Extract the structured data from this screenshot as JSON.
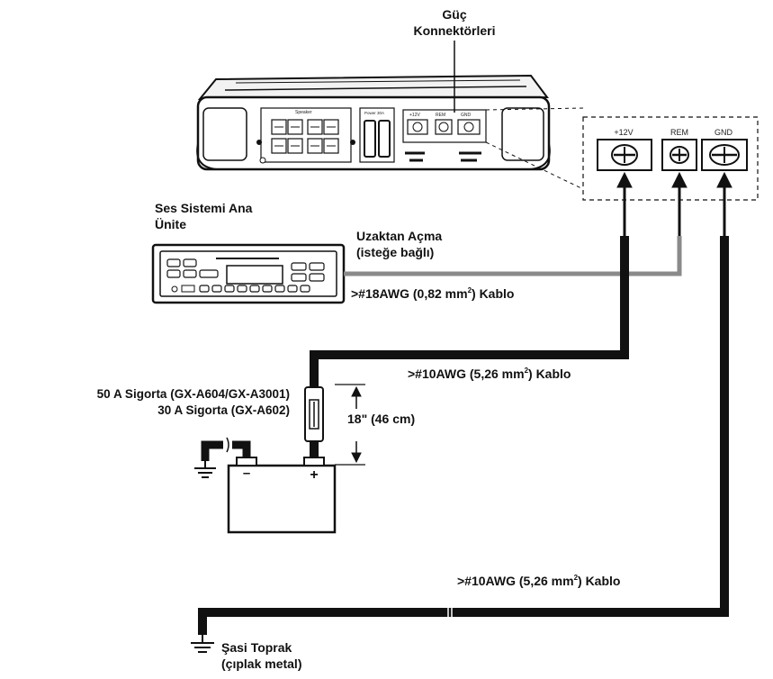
{
  "labels": {
    "power_connectors_line1": "Güç",
    "power_connectors_line2": "Konnektörleri",
    "head_unit_line1": "Ses Sistemi Ana",
    "head_unit_line2": "Ünite",
    "remote_on_line1": "Uzaktan Açma",
    "remote_on_line2": "(isteğe bağlı)",
    "cable_18awg_prefix": ">#18AWG (0,82 mm",
    "cable_18awg_sup": "2",
    "cable_18awg_suffix": ") Kablo",
    "cable_10awg_prefix": ">#10AWG (5,26 mm",
    "cable_10awg_sup": "2",
    "cable_10awg_suffix": ") Kablo",
    "fuse_line1": "50 A Sigorta (GX-A604/GX-A3001)",
    "fuse_line2": "30 A Sigorta (GX-A602)",
    "distance": "18\" (46 cm)",
    "chassis_ground_line1": "Şasi Toprak",
    "chassis_ground_line2": "(çıplak metal)",
    "battery_minus": "–",
    "battery_plus": "+"
  },
  "terminals": [
    "+12V",
    "REM",
    "GND"
  ],
  "amp_small_labels": {
    "speaker": "Speaker",
    "power_fuse": "Power 30A",
    "t12v": "+12V",
    "trem": "REM",
    "tgnd": "GND"
  }
}
